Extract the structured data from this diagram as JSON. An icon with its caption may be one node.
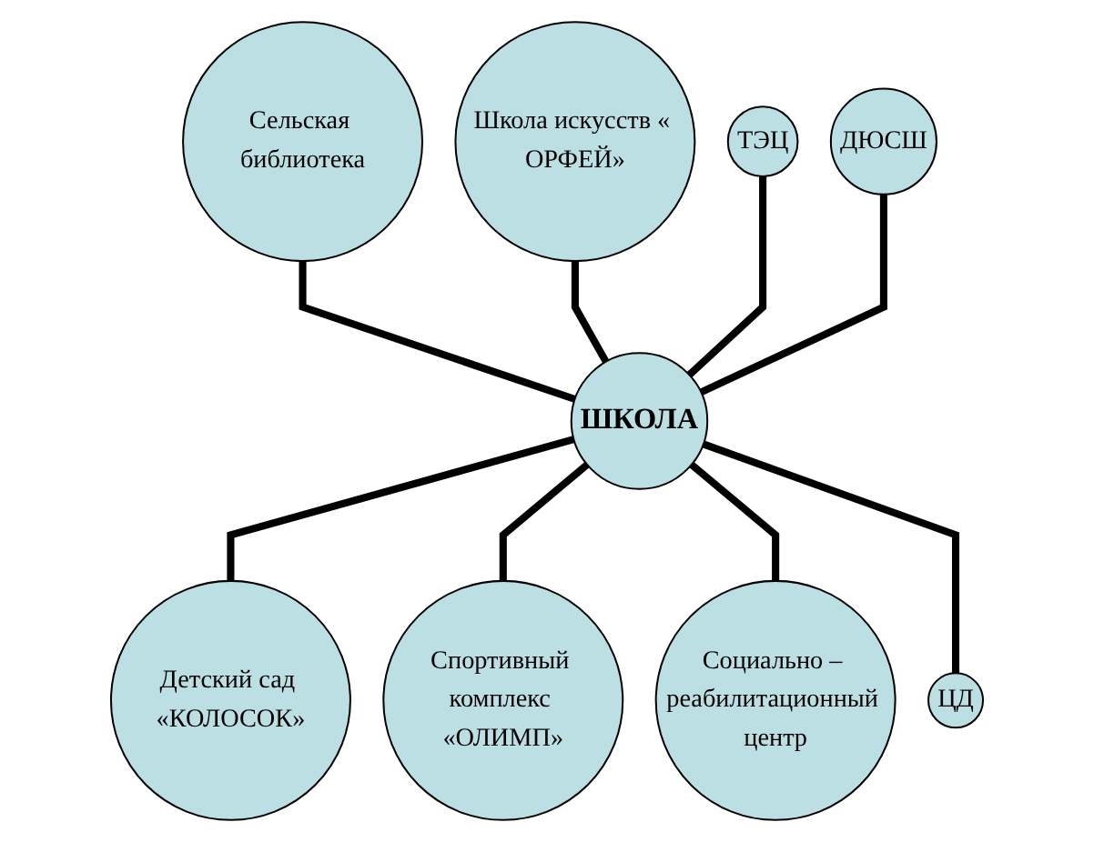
{
  "diagram": {
    "nodes": [
      {
        "text": [
          "ТЭЦ"
        ]
      },
      {
        "text": [
          "Школа искусств « ОРФЕЙ»"
        ]
      },
      {
        "text": [
          "ДЮСШ"
        ]
      },
      {
        "text": [
          "Сельская библиотека"
        ]
      },
      {
        "text": [
          "ШКОЛА"
        ]
      },
      {
        "text": [
          "ЦД"
        ]
      },
      {
        "text": [
          "Детский сад «КОЛОСОК»"
        ]
      },
      {
        "text": [
          "Социально – реабилитационный центр"
        ]
      },
      {
        "text": [
          "Спортивный комплекс «ОЛИМП»"
        ]
      }
    ],
    "edges": [
      {
        "from": 3,
        "to": 4,
        "arrow": "none"
      },
      {
        "from": 1,
        "to": 4,
        "arrow": "none"
      },
      {
        "from": 0,
        "to": 4,
        "arrow": "none"
      },
      {
        "from": 2,
        "to": 4,
        "arrow": "none"
      },
      {
        "from": 4,
        "to": 6,
        "arrow": "none"
      },
      {
        "from": 4,
        "to": 8,
        "arrow": "none"
      },
      {
        "from": 4,
        "to": 7,
        "arrow": "none"
      },
      {
        "from": 4,
        "to": 5,
        "arrow": "none"
      }
    ]
  }
}
